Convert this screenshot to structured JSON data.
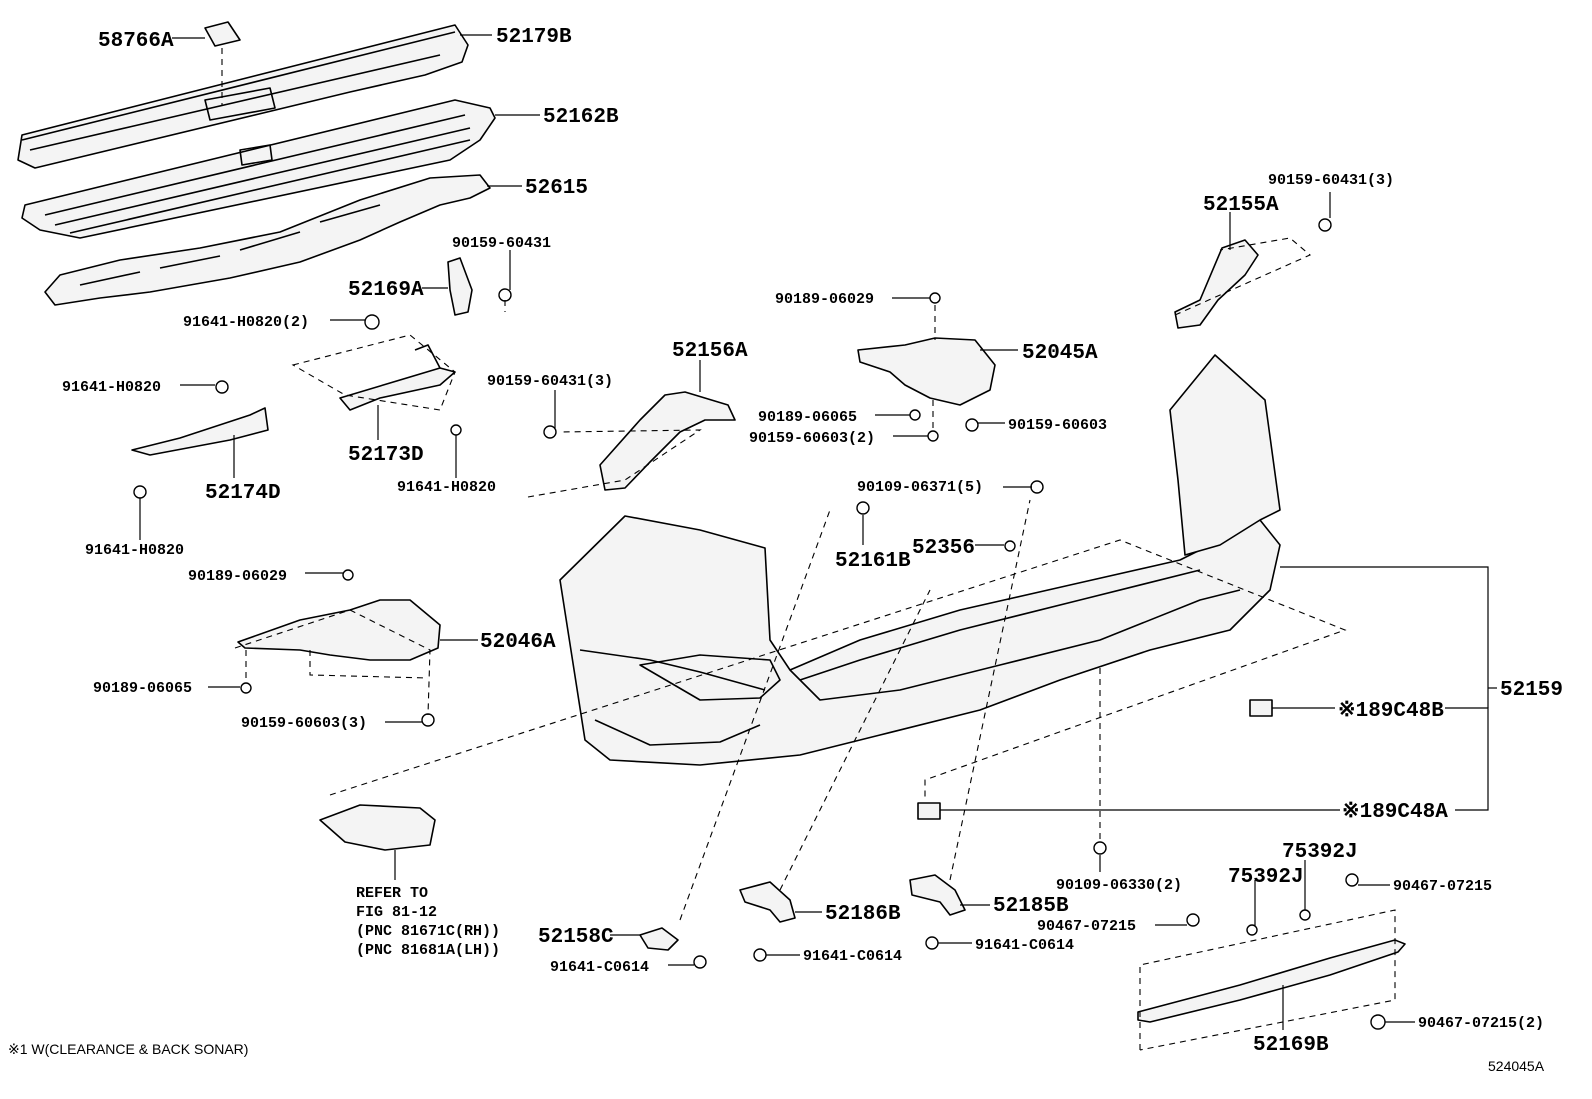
{
  "labels": {
    "p58766A": "58766A",
    "p52179B": "52179B",
    "p52162B": "52162B",
    "p52615": "52615",
    "p90159_60431_a": "90159-60431",
    "p52169A": "52169A",
    "p91641_H0820_2": "91641-H0820(2)",
    "p91641_H0820_a": "91641-H0820",
    "p52173D": "52173D",
    "p52174D": "52174D",
    "p91641_H0820_b": "91641-H0820",
    "p91641_H0820_c": "91641-H0820",
    "p90159_60431_3a": "90159-60431(3)",
    "p52156A": "52156A",
    "p90189_06029_a": "90189-06029",
    "p52045A": "52045A",
    "p90189_06065_a": "90189-06065",
    "p90159_60603_2": "90159-60603(2)",
    "p90159_60603_a": "90159-60603",
    "p90159_60431_3b": "90159-60431(3)",
    "p52155A": "52155A",
    "p90109_06371_5": "90109-06371(5)",
    "p52161B": "52161B",
    "p52356": "52356",
    "p90189_06029_b": "90189-06029",
    "p52046A": "52046A",
    "p90189_06065_b": "90189-06065",
    "p90159_60603_3": "90159-60603(3)",
    "p52159": "52159",
    "p89C48B": "※189C48B",
    "p89C48A": "※189C48A",
    "refer1": "REFER TO",
    "refer2": "FIG 81-12",
    "refer3": "(PNC 81671C(RH))",
    "refer4": "(PNC 81681A(LH))",
    "p52158C": "52158C",
    "p91641_C0614_a": "91641-C0614",
    "p52186B": "52186B",
    "p91641_C0614_b": "91641-C0614",
    "p52185B": "52185B",
    "p91641_C0614_c": "91641-C0614",
    "p90109_06330_2": "90109-06330(2)",
    "p75392J_a": "75392J",
    "p75392J_b": "75392J",
    "p90467_07215_a": "90467-07215",
    "p90467_07215_b": "90467-07215",
    "p90467_07215_2": "90467-07215(2)",
    "p52169B": "52169B"
  },
  "footnote": "※1 W(CLEARANCE & BACK SONAR)",
  "figure_id": "524045A"
}
